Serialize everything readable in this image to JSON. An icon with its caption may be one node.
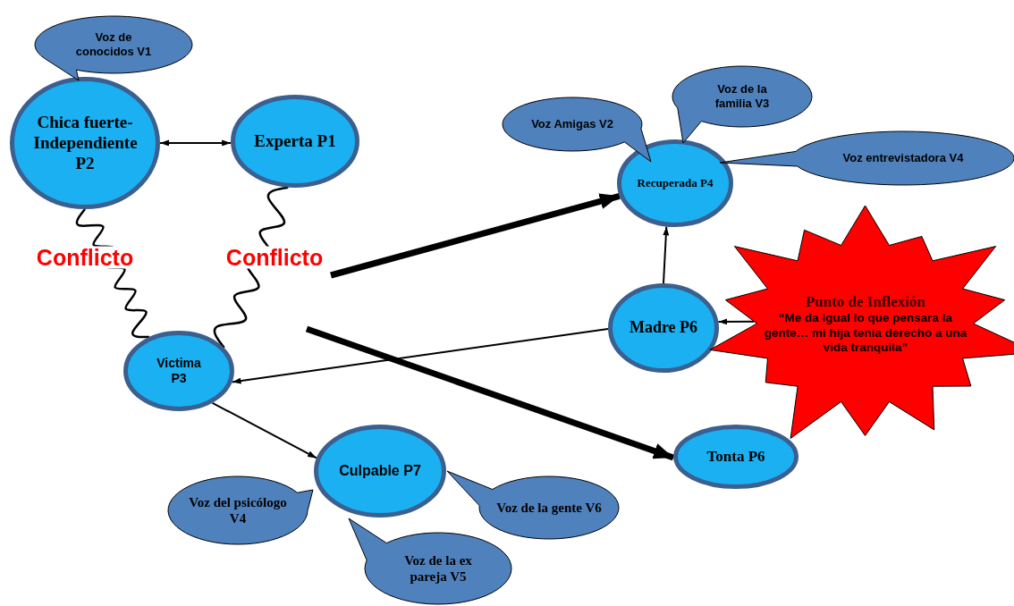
{
  "diagram": {
    "nodes": [
      {
        "text": [
          "Chica fuerte-Independiente P2"
        ]
      },
      {
        "text": [
          "Experta P1"
        ]
      },
      {
        "text": [
          "Recuperada P4"
        ]
      },
      {
        "text": [
          "Victima P3"
        ]
      },
      {
        "text": [
          "Madre P6"
        ]
      },
      {
        "text": [
          "Punto de Inflexión",
          "“Me da igual lo que pensara la gente… mi hija tenía derecho a una vida tranquila”"
        ]
      },
      {
        "text": [
          "Tonta P6"
        ]
      },
      {
        "text": [
          "Culpable P7"
        ]
      },
      {
        "text": [
          "Voz de conocidos V1"
        ]
      },
      {
        "text": [
          "Voz Amigas V2"
        ]
      },
      {
        "text": [
          "Voz de la familia V3"
        ]
      },
      {
        "text": [
          "Voz entrevistadora V4"
        ]
      },
      {
        "text": [
          "Voz del psicólogo V4"
        ]
      },
      {
        "text": [
          "Voz de la ex pareja V5"
        ]
      },
      {
        "text": [
          "Voz de la gente V6"
        ]
      }
    ],
    "edges": [
      {
        "from": 0,
        "to": 1,
        "arrow": "both"
      },
      {
        "from": 0,
        "to": 3,
        "arrow": "none",
        "label": "Conflicto"
      },
      {
        "from": 1,
        "to": 3,
        "arrow": "none",
        "label": "Conflicto"
      },
      {
        "from": null,
        "to": 2,
        "arrow": "to",
        "style": "thick"
      },
      {
        "from": null,
        "to": 6,
        "arrow": "to",
        "style": "thick"
      },
      {
        "from": 4,
        "to": 2,
        "arrow": "to"
      },
      {
        "from": 5,
        "to": 4,
        "arrow": "to"
      },
      {
        "from": 4,
        "to": 3,
        "arrow": "to"
      },
      {
        "from": 3,
        "to": 7,
        "arrow": "to"
      }
    ]
  }
}
